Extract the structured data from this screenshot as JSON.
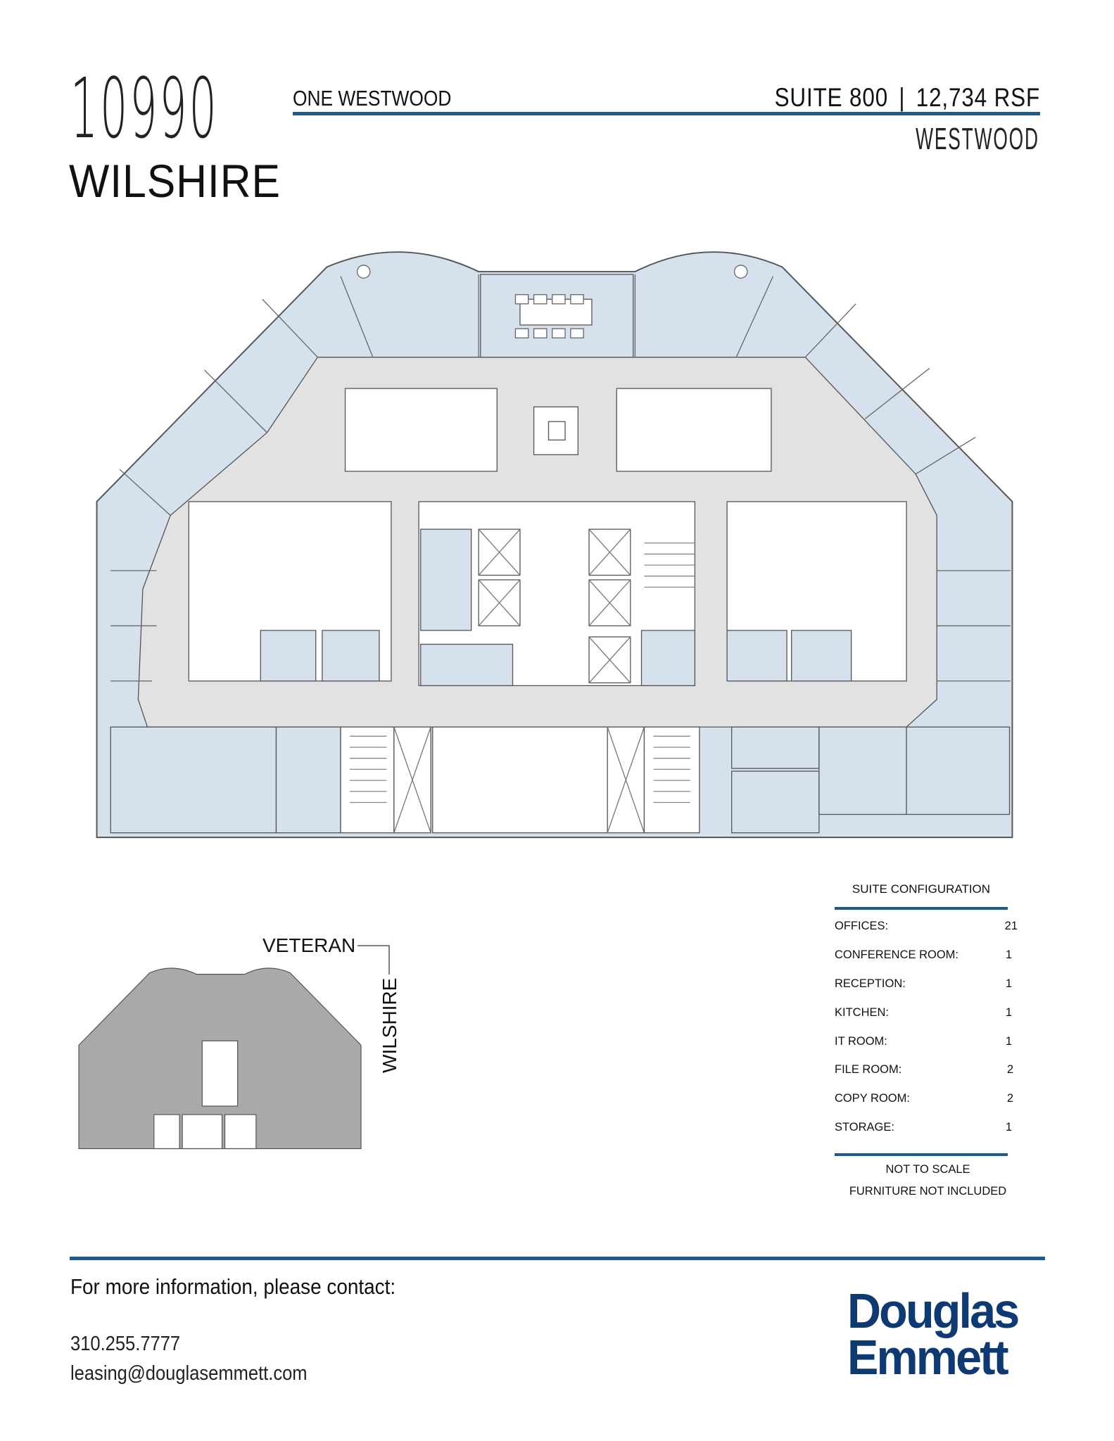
{
  "header": {
    "building_number": "10990",
    "building_street": "WILSHIRE",
    "building_name": "ONE WESTWOOD",
    "suite": "SUITE 800",
    "separator": "|",
    "area": "12,734 RSF",
    "submarket": "WESTWOOD"
  },
  "key_map": {
    "street_top": "VETERAN",
    "street_side": "WILSHIRE"
  },
  "suite_configuration": {
    "title": "SUITE CONFIGURATION",
    "rows": [
      {
        "label": "OFFICES:",
        "value": "21"
      },
      {
        "label": "CONFERENCE ROOM:",
        "value": "1"
      },
      {
        "label": "RECEPTION:",
        "value": "1"
      },
      {
        "label": "KITCHEN:",
        "value": "1"
      },
      {
        "label": "IT ROOM:",
        "value": "1"
      },
      {
        "label": "FILE ROOM:",
        "value": "2"
      },
      {
        "label": "COPY ROOM:",
        "value": "2"
      },
      {
        "label": "STORAGE:",
        "value": "1"
      }
    ],
    "notes": [
      "NOT TO SCALE",
      "FURNITURE NOT INCLUDED"
    ]
  },
  "footer": {
    "contact_prompt": "For more information, please contact:",
    "phone": "310.255.7777",
    "email": "leasing@douglasemmett.com",
    "logo_line1": "Douglas",
    "logo_line2": "Emmett"
  },
  "colors": {
    "accent": "#1f5a8c",
    "logo": "#0d3a73",
    "room_fill": "#d6e1ee",
    "corridor": "#e2e2e2",
    "keymap_fill": "#a9a9a9"
  }
}
